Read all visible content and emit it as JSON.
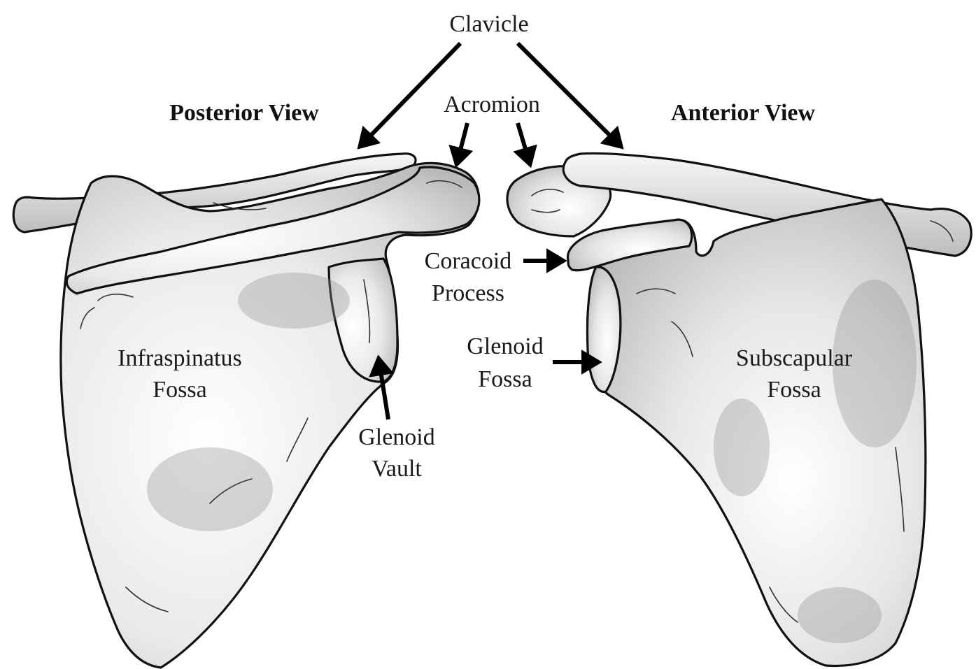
{
  "labels": {
    "clavicle": "Clavicle",
    "acromion": "Acromion",
    "posterior_view": "Posterior View",
    "anterior_view": "Anterior View",
    "coracoid_line1": "Coracoid",
    "coracoid_line2": "Process",
    "glenoid_fossa_line1": "Glenoid",
    "glenoid_fossa_line2": "Fossa",
    "glenoid_vault_line1": "Glenoid",
    "glenoid_vault_line2": "Vault",
    "infraspinatus_line1": "Infraspinatus",
    "infraspinatus_line2": "Fossa",
    "subscapular_line1": "Subscapular",
    "subscapular_line2": "Fossa"
  },
  "colors": {
    "bone_light": "#f4f4f4",
    "bone_mid": "#d2d2d2",
    "outline": "#111111",
    "text": "#1a1a1a"
  }
}
